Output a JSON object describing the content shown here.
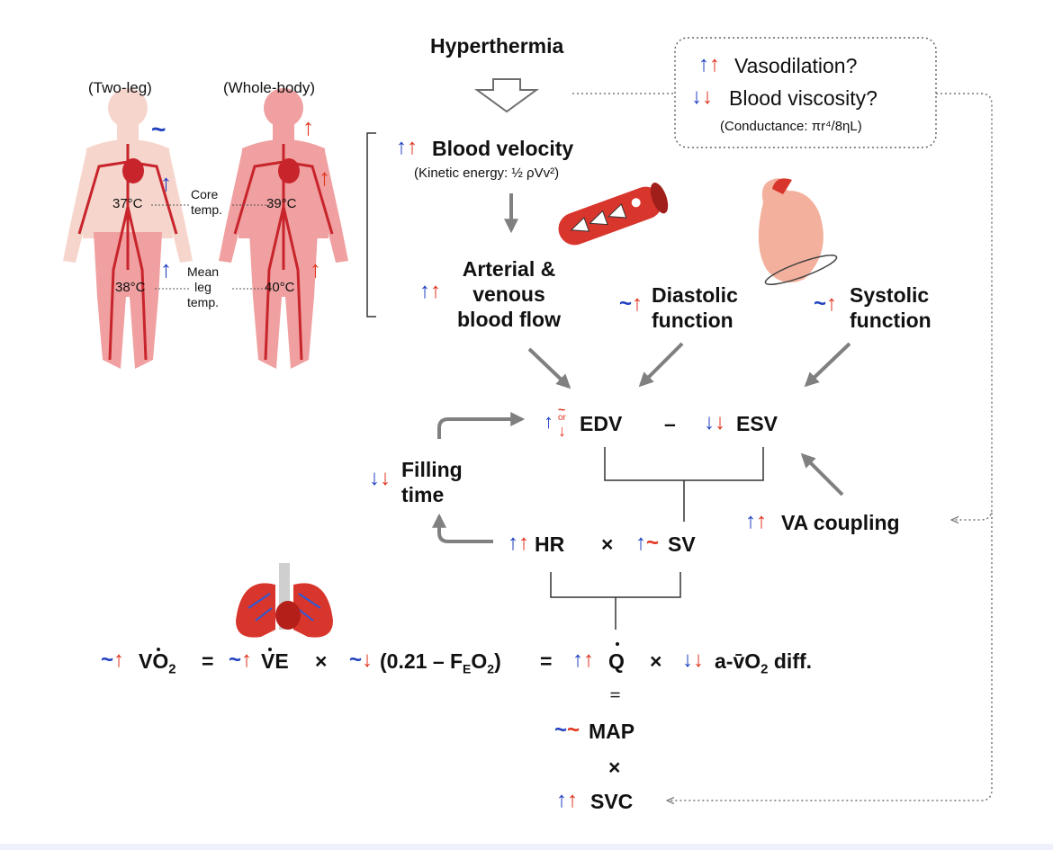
{
  "colors": {
    "up_blue": "#1f3fbf",
    "up_red": "#e0321d",
    "connector": "#808080",
    "body_fill": "#f0a0a0",
    "body_light": "#f6d6cc",
    "vessel": "#c8242c"
  },
  "title": "Hyperthermia",
  "bodies": {
    "two_leg_label": "(Two-leg)",
    "whole_body_label": "(Whole-body)",
    "two_leg_core_temp": "37°C",
    "whole_body_core_temp": "39°C",
    "core_temp_label": [
      "Core",
      "temp."
    ],
    "two_leg_leg_temp": "38°C",
    "whole_body_leg_temp": "40°C",
    "leg_temp_label": [
      "Mean",
      "leg",
      "temp."
    ]
  },
  "vasc_box": {
    "vasodilation": "Vasodilation?",
    "viscosity": "Blood viscosity?",
    "conductance_prefix": "(Conductance: ",
    "conductance_formula": "πr⁴/8ηL)"
  },
  "velocity": {
    "label": "Blood velocity",
    "kinetic": "(Kinetic energy: ½ ρVv²)"
  },
  "flow": {
    "line1": "Arterial &",
    "line2": "venous",
    "line3": "blood flow"
  },
  "diastolic": {
    "line1": "Diastolic",
    "line2": "function"
  },
  "systolic": {
    "line1": "Systolic",
    "line2": "function"
  },
  "edv": "EDV",
  "minus": "–",
  "esv": "ESV",
  "or_text": "or",
  "filling": {
    "line1": "Filling",
    "line2": "time"
  },
  "hr": "HR",
  "times": "×",
  "sv": "SV",
  "va_coupling": "VA coupling",
  "fick": {
    "vo2": "VO",
    "vo2_sub": "2",
    "equals": "=",
    "ve": "VE",
    "fraction_open": "(0.21 – F",
    "fraction_sub_E": "E",
    "fraction_o": "O",
    "fraction_sub_2": "2",
    "fraction_close": ")",
    "q": "Q",
    "avo2": "a-v̄O",
    "avo2_sub": "2",
    "avo2_suffix": " diff."
  },
  "eq_sign": "II",
  "map": "MAP",
  "svc": "SVC",
  "symbols": {
    "up": "↑",
    "down": "↓",
    "tilde": "~"
  }
}
